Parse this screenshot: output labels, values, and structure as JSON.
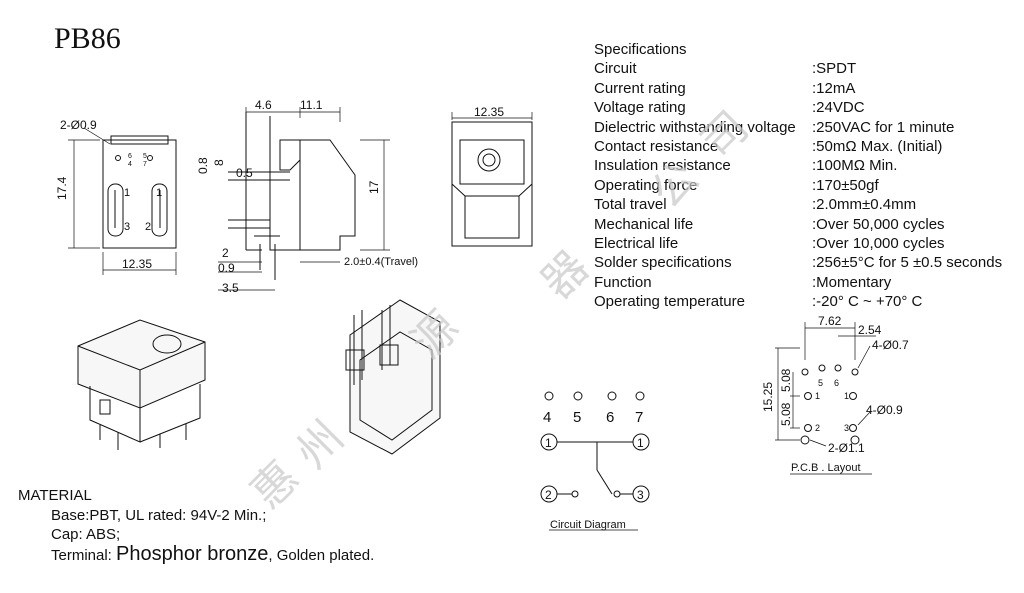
{
  "title": "PB86",
  "specs": {
    "heading": "Specifications",
    "rows": [
      {
        "name": "Circuit",
        "value": ":SPDT"
      },
      {
        "name": "Current rating",
        "value": ":12mA"
      },
      {
        "name": "Voltage rating",
        "value": ":24VDC"
      },
      {
        "name": "Dielectric withstanding voltage",
        "value": ":250VAC for 1 minute"
      },
      {
        "name": "Contact resistance",
        "value": ":50mΩ  Max. (Initial)"
      },
      {
        "name": "Insulation resistance",
        "value": ":100MΩ  Min."
      },
      {
        "name": "Operating force",
        "value": ":170±50gf"
      },
      {
        "name": "Total travel",
        "value": ":2.0mm±0.4mm"
      },
      {
        "name": "Mechanical life",
        "value": ":Over 50,000 cycles"
      },
      {
        "name": "Electrical life",
        "value": ":Over 10,000 cycles"
      },
      {
        "name": "Solder specifications",
        "value": ":256±5°C for 5 ±0.5 seconds"
      },
      {
        "name": "Function",
        "value": ":Momentary"
      },
      {
        "name": "Operating temperature",
        "value": ":-20°  C ~ +70°  C"
      }
    ]
  },
  "material": {
    "heading": "MATERIAL",
    "base": "Base:PBT, UL rated: 94V-2 Min.;",
    "cap": "Cap: ABS;",
    "terminal_prefix": "Terminal: ",
    "terminal_main": "Phosphor bronze",
    "terminal_suffix": ", Golden plated."
  },
  "dims": {
    "hole_top": "2-Ø0.9",
    "height_left": "17.4",
    "width_bottom": "12.35",
    "d46": "4.6",
    "d111": "11.1",
    "d08": "0.8",
    "d8": "8",
    "d05": "0.5",
    "d17": "17",
    "d2": "2",
    "d09": "0.9",
    "d35": "3.5",
    "travel": "2.0±0.4(Travel)",
    "front_width": "12.35",
    "pin_labels": [
      "1",
      "1",
      "3",
      "2"
    ],
    "top_labels": [
      "6",
      "5",
      "4",
      "7"
    ]
  },
  "pcb": {
    "d762": "7.62",
    "d254": "2.54",
    "holes_07": "4-Ø0.7",
    "d1525": "15.25",
    "d508a": "5.08",
    "d508b": "5.08",
    "holes_09": "4-Ø0.9",
    "holes_11": "2-Ø1.1",
    "label": "P.C.B . Layout",
    "pin_nums": [
      "5",
      "6",
      "1",
      "1",
      "2",
      "3"
    ]
  },
  "circuit": {
    "pin_nums": [
      "4",
      "5",
      "6",
      "7"
    ],
    "term1a": "1",
    "term1b": "1",
    "term2": "2",
    "term3": "3",
    "label": "Circuit Diagram"
  },
  "watermark": [
    "惠",
    "州",
    "源",
    "器",
    "公",
    "司"
  ]
}
